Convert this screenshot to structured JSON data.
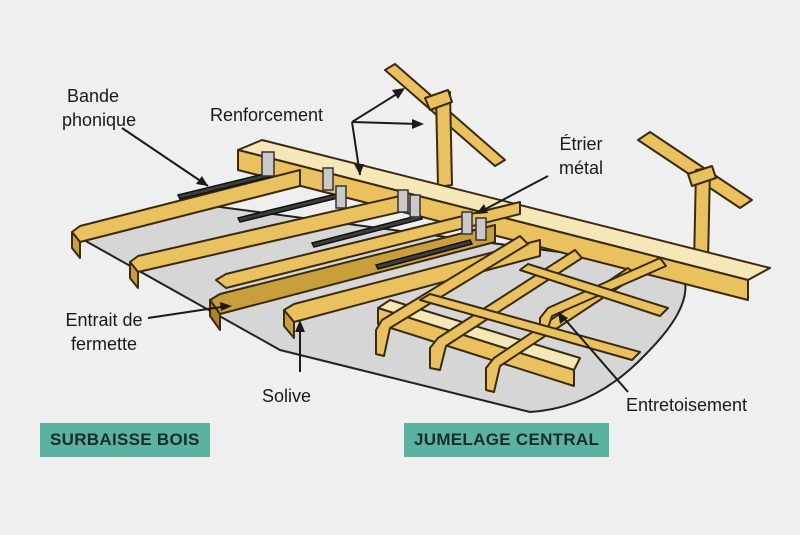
{
  "labels": {
    "bande_phonique": "Bande phonique",
    "renforcement": "Renforcement",
    "etrier_metal": "Étrier métal",
    "entrait_de_fermette": "Entrait de fermette",
    "solive": "Solive",
    "entretoisement": "Entretoisement"
  },
  "badges": {
    "left": "SURBAISSE BOIS",
    "right": "JUMELAGE CENTRAL"
  },
  "colors": {
    "background": "#efefef",
    "floor": "#d6d6d6",
    "wood": "#e9c25f",
    "wood_dark": "#c99f3c",
    "wood_light": "#f6e7b9",
    "strip": "#3e3e3e",
    "badge": "#59b3a0",
    "line": "#1a1a1a"
  }
}
